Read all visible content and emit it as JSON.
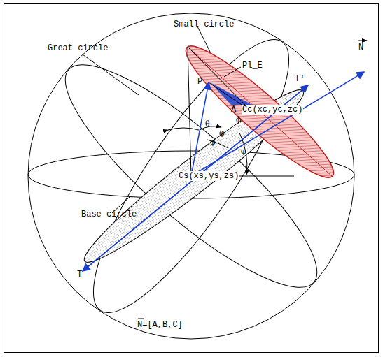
{
  "diagram": {
    "labels": [
      "Small circle",
      "Great circle",
      "Pl_E",
      "N",
      "P",
      "T'",
      "θ",
      "φ",
      "A",
      "ϕ",
      "Cc(xc,yc,zc)",
      "φ",
      "φ",
      "Cs(xs,ys,zs)",
      "Base circle",
      "T",
      "N=[A,B,C]"
    ]
  }
}
